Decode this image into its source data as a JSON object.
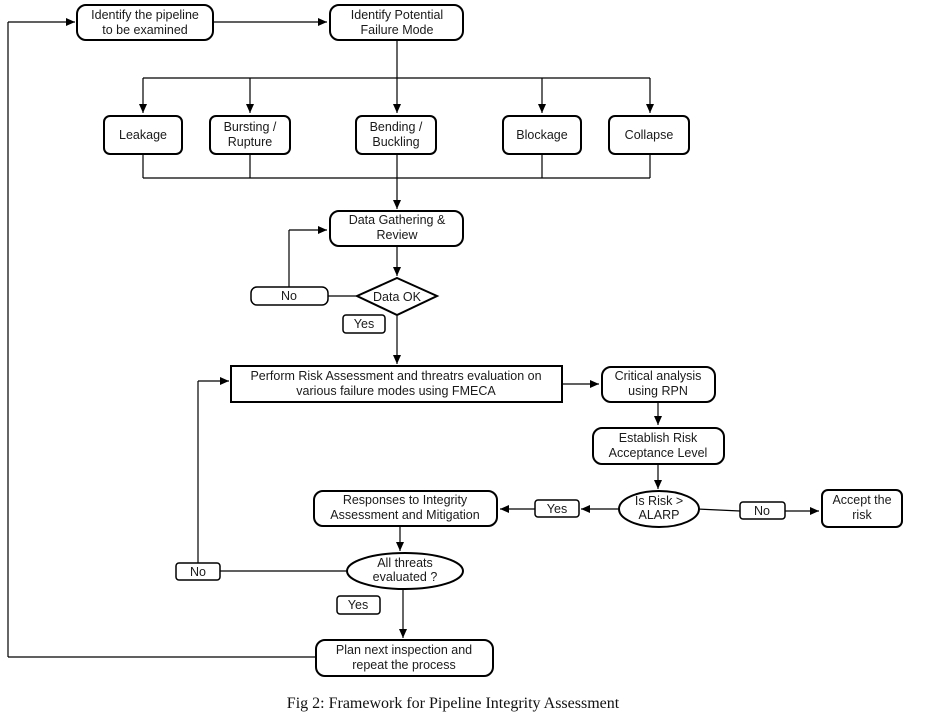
{
  "nodes": {
    "identify_pipeline": [
      "Identify the pipeline",
      "to be examined"
    ],
    "identify_failure": [
      "Identify Potential",
      "Failure Mode"
    ],
    "leakage": [
      "Leakage"
    ],
    "bursting": [
      "Bursting /",
      "Rupture"
    ],
    "bending": [
      "Bending /",
      "Buckling"
    ],
    "blockage": [
      "Blockage"
    ],
    "collapse": [
      "Collapse"
    ],
    "data_gathering": [
      "Data Gathering &",
      "Review"
    ],
    "data_ok": [
      "Data OK"
    ],
    "risk_assessment": [
      "Perform Risk Assessment and threatrs evaluation on",
      "various failure modes using FMECA"
    ],
    "critical_analysis": [
      "Critical analysis",
      "using RPN"
    ],
    "establish_risk": [
      "Establish Risk",
      "Acceptance Level"
    ],
    "is_risk": [
      "Is Risk >",
      "ALARP"
    ],
    "accept_risk": [
      "Accept the",
      "risk"
    ],
    "responses": [
      "Responses to Integrity",
      "Assessment and Mitigation"
    ],
    "all_threats": [
      "All threats",
      "evaluated ?"
    ],
    "plan_next": [
      "Plan next inspection and",
      "repeat the process"
    ]
  },
  "labels": {
    "no_data": "No",
    "yes_data": "Yes",
    "yes_risk": "Yes",
    "no_risk": "No",
    "no_threats": "No",
    "yes_threats": "Yes"
  },
  "caption": "Fig 2: Framework for Pipeline Integrity Assessment"
}
